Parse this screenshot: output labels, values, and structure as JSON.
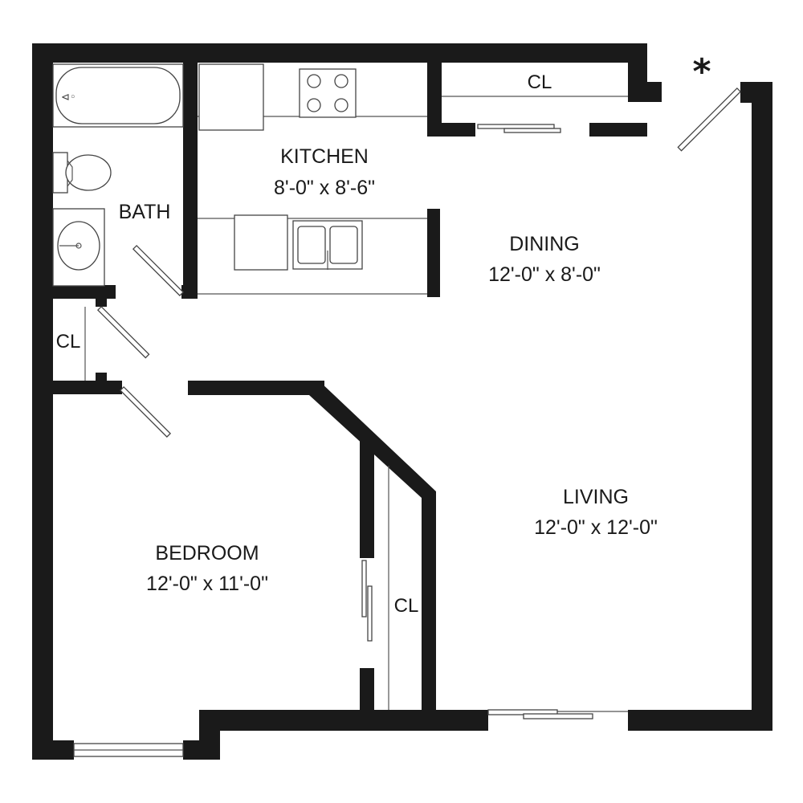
{
  "rooms": {
    "kitchen": {
      "name": "KITCHEN",
      "dims": "8'-0\" x 8'-6\""
    },
    "dining": {
      "name": "DINING",
      "dims": "12'-0\" x 8'-0\""
    },
    "living": {
      "name": "LIVING",
      "dims": "12'-0\" x 12'-0\""
    },
    "bedroom": {
      "name": "BEDROOM",
      "dims": "12'-0\" x 11'-0\""
    },
    "bath": {
      "name": "BATH"
    }
  },
  "closets": {
    "top": "CL",
    "hall": "CL",
    "bedroom": "CL"
  },
  "marker": "*",
  "colors": {
    "wall": "#1a1a1a",
    "fixture_line": "#444444",
    "background": "#ffffff"
  }
}
